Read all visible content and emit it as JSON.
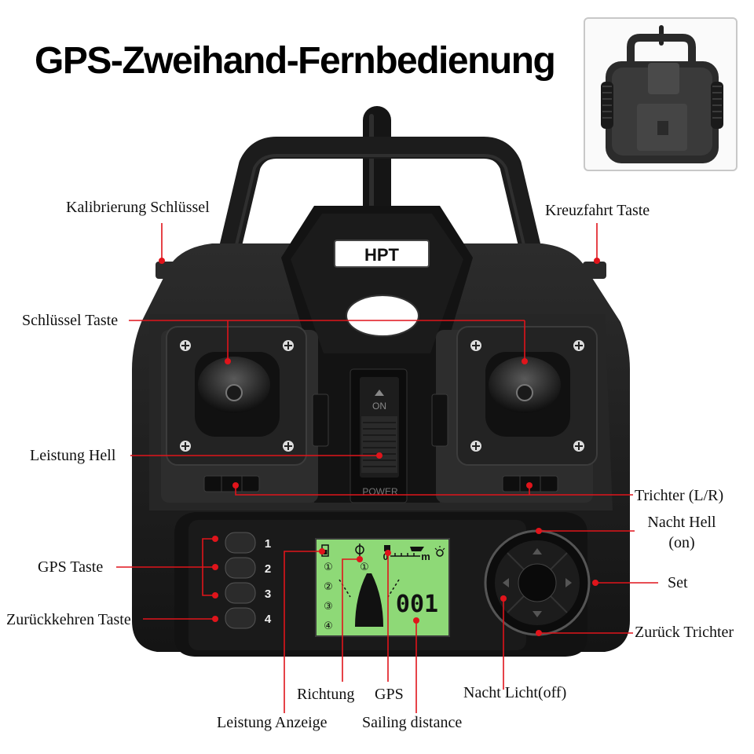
{
  "title": "GPS-Zweihand-Fernbedienung",
  "brand_label": "HPT",
  "power_switch": {
    "on_label": "ON",
    "power_label": "POWER"
  },
  "gps_buttons": [
    "1",
    "2",
    "3",
    "4"
  ],
  "lcd": {
    "route_numbers": [
      "①",
      "②",
      "③",
      "④"
    ],
    "scale_zero": "0",
    "scale_unit": "m",
    "distance": "001"
  },
  "labels": {
    "calibration_key": "Kalibrierung Schlüssel",
    "cruise_button": "Kreuzfahrt Taste",
    "key_button": "Schlüssel Taste",
    "power_light": "Leistung Hell",
    "trim": "Trichter (L/R)",
    "night_light_on": "Nacht Hell\n(on)",
    "set": "Set",
    "gps_button": "GPS Taste",
    "return_button": "Zurückkehren Taste",
    "back_hopper": "Zurück Trichter",
    "night_light_off": "Nacht  Licht(off)",
    "direction": "Richtung",
    "gps": "GPS",
    "power_indicator": "Leistung Anzeige",
    "sailing_distance": "Sailing  distance"
  },
  "colors": {
    "annotation_line": "#e0141b",
    "lcd_background": "#8ed977",
    "body": "#1e1e1e"
  }
}
